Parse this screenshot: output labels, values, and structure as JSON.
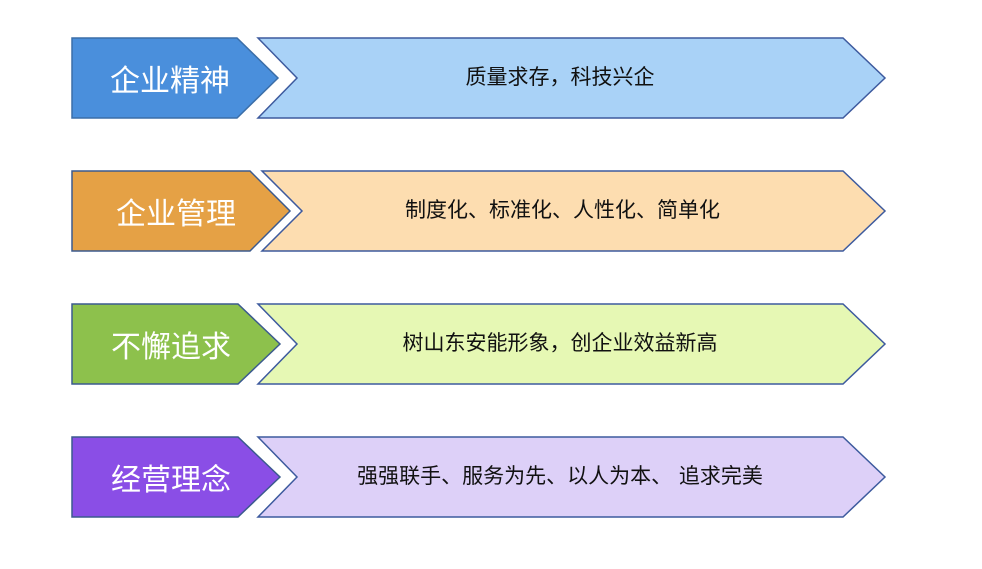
{
  "rows": [
    {
      "title": "企业精神",
      "text": "质量求存，科技兴企",
      "colors": {
        "left_fill": "#4a8fdc",
        "left_stroke": "#3b6ea8",
        "right_fill": "#a9d2f7",
        "right_stroke": "#3d5a9e"
      }
    },
    {
      "title": "企业管理",
      "text": "制度化、标准化、人性化、简单化",
      "colors": {
        "left_fill": "#e5a145",
        "left_stroke": "#3b5a8e",
        "right_fill": "#fdddb0",
        "right_stroke": "#3d5a9e"
      }
    },
    {
      "title": "不懈追求",
      "text": "树山东安能形象，创企业效益新高",
      "colors": {
        "left_fill": "#8dc14c",
        "left_stroke": "#3b5a8e",
        "right_fill": "#e6f8b4",
        "right_stroke": "#3d5a9e"
      }
    },
    {
      "title": "经营理念",
      "text": "强强联手、服务为先、以人为本、 追求完美",
      "colors": {
        "left_fill": "#8a4ee6",
        "left_stroke": "#3b5a8e",
        "right_fill": "#ddd0f8",
        "right_stroke": "#3d5a9e"
      }
    }
  ]
}
